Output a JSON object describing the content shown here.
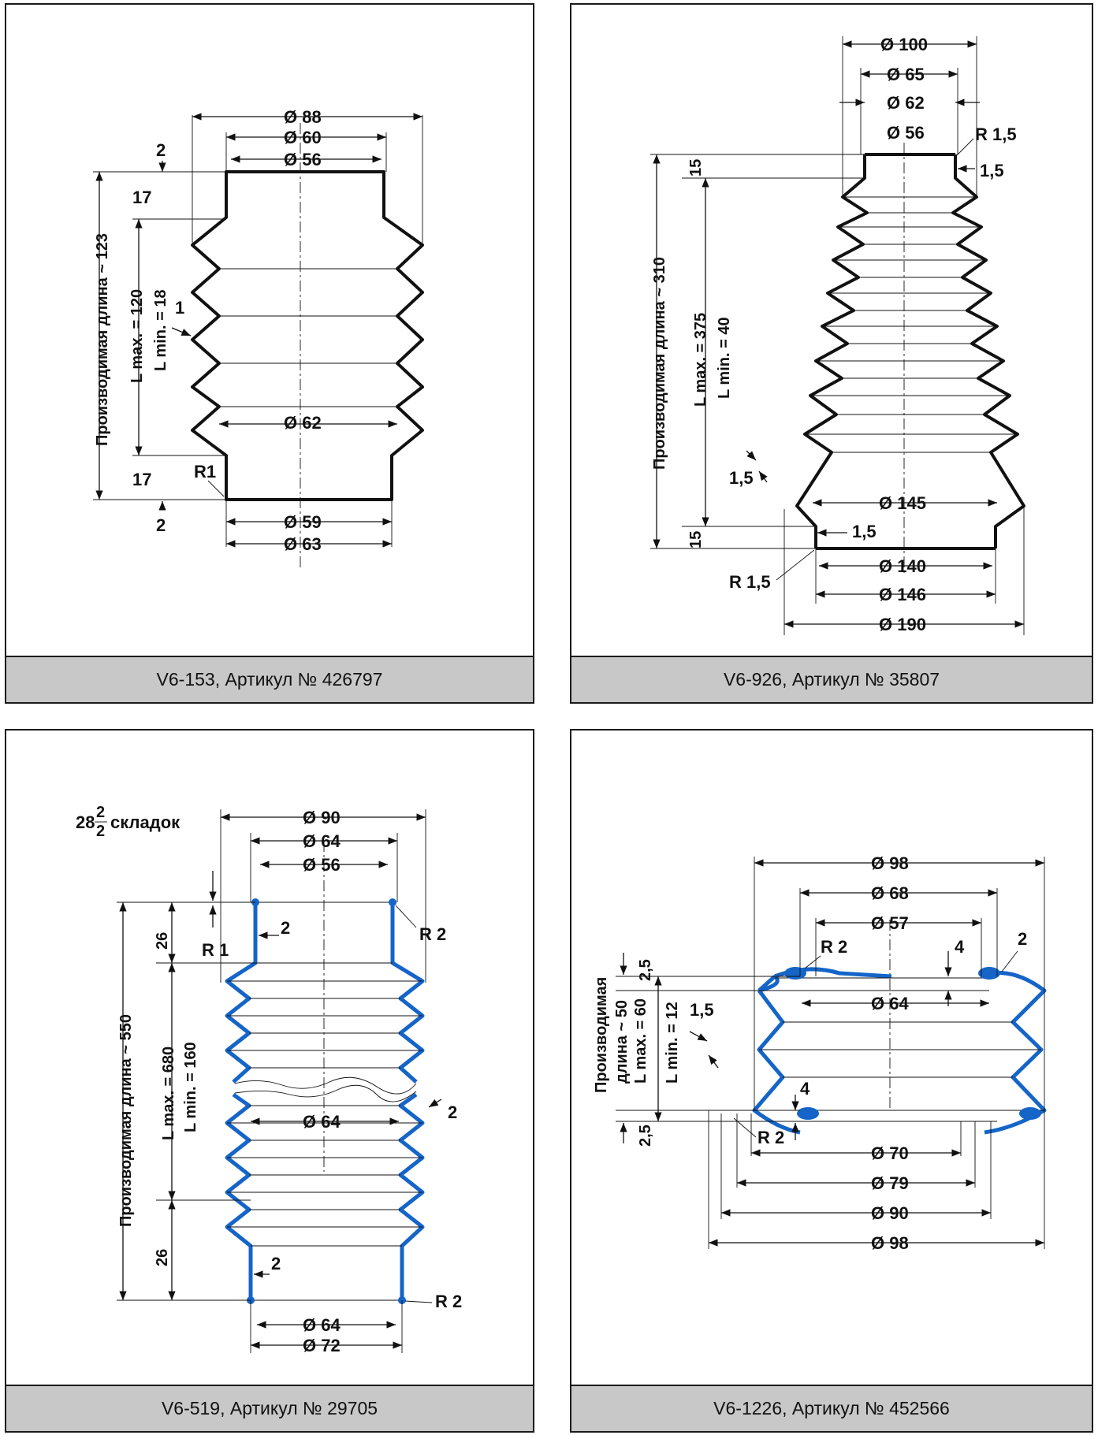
{
  "panels": [
    {
      "caption": "V6-153, Артикул № 426797",
      "labels": {
        "d_outer": "Ø 88",
        "d_top_outer": "Ø 60",
        "d_top_inner": "Ø 56",
        "d_fold_inner": "Ø 62",
        "d_bottom_inner": "Ø 59",
        "d_bottom_outer": "Ø 63",
        "wall_top": "2",
        "wall_bottom": "2",
        "collar_top": "17",
        "collar_bottom": "17",
        "radius": "R1",
        "fold_thickness": "1",
        "length_production": "Производимая длина ~ 123",
        "l_max": "L max. = 120",
        "l_min": "L min. = 18"
      }
    },
    {
      "caption": "V6-926, Артикул № 35807",
      "labels": {
        "d_100": "Ø 100",
        "d_65": "Ø 65",
        "d_62": "Ø 62",
        "d_56": "Ø 56",
        "r_top": "R 1,5",
        "wall_top": "1,5",
        "collar_top": "15",
        "collar_bottom": "15",
        "fold_thickness": "1,5",
        "d_145": "Ø 145",
        "wall_bottom": "1,5",
        "r_bottom": "R 1,5",
        "d_140": "Ø 140",
        "d_146": "Ø 146",
        "d_190": "Ø 190",
        "length_production": "Производимая длина ~ 310",
        "l_max": "L max. = 375",
        "l_min": "L min. = 40"
      }
    },
    {
      "caption": "V6-519, Артикул № 29705",
      "labels": {
        "folds_count": "28",
        "folds_frac_num": "2",
        "folds_frac_den": "2",
        "folds_word": "складок",
        "d_90": "Ø 90",
        "d_64_top": "Ø 64",
        "d_56": "Ø 56",
        "collar_top": "26",
        "collar_bottom": "26",
        "wall_top": "2",
        "r_top_right": "R 2",
        "r_top_left": "R 1",
        "fold_thickness": "2",
        "d_64_mid": "Ø 64",
        "wall_bottom": "2",
        "r_bottom": "R 2",
        "d_64_bottom": "Ø 64",
        "d_72": "Ø 72",
        "length_production": "Производимая длина ~ 550",
        "l_max": "L max. = 680",
        "l_min": "L min. = 160"
      }
    },
    {
      "caption": "V6-1226, Артикул № 452566",
      "labels": {
        "d_98_top": "Ø 98",
        "d_68": "Ø 68",
        "d_57": "Ø 57",
        "r_top": "R 2",
        "four_top": "4",
        "two_right": "2",
        "d_64": "Ø 64",
        "gap_top": "2,5",
        "gap_bottom": "2,5",
        "fold_thickness": "1,5",
        "four_bottom": "4",
        "r_bottom": "R 2",
        "d_70": "Ø 70",
        "d_79": "Ø 79",
        "d_90": "Ø 90",
        "d_98_bottom": "Ø 98",
        "length_line1": "Производимая",
        "length_line2": "длина ~ 50",
        "l_max": "L max. = 60",
        "l_min": "L min. = 12"
      }
    }
  ]
}
